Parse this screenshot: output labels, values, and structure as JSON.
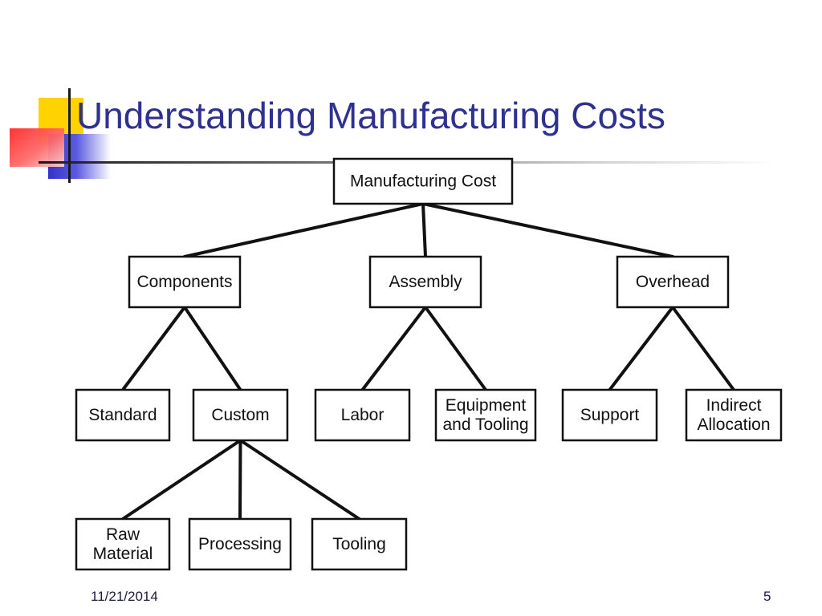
{
  "slide": {
    "title": "Understanding Manufacturing Costs",
    "date": "11/21/2014",
    "page_number": "5"
  },
  "diagram": {
    "nodes": [
      {
        "id": "root",
        "lines": [
          "Manufacturing Cost"
        ]
      },
      {
        "id": "components",
        "lines": [
          "Components"
        ]
      },
      {
        "id": "assembly",
        "lines": [
          "Assembly"
        ]
      },
      {
        "id": "overhead",
        "lines": [
          "Overhead"
        ]
      },
      {
        "id": "standard",
        "lines": [
          "Standard"
        ]
      },
      {
        "id": "custom",
        "lines": [
          "Custom"
        ]
      },
      {
        "id": "labor",
        "lines": [
          "Labor"
        ]
      },
      {
        "id": "equipment",
        "lines": [
          "Equipment",
          "and Tooling"
        ]
      },
      {
        "id": "support",
        "lines": [
          "Support"
        ]
      },
      {
        "id": "indirect",
        "lines": [
          "Indirect",
          "Allocation"
        ]
      },
      {
        "id": "raw",
        "lines": [
          "Raw",
          "Material"
        ]
      },
      {
        "id": "processing",
        "lines": [
          "Processing"
        ]
      },
      {
        "id": "tooling",
        "lines": [
          "Tooling"
        ]
      }
    ],
    "edges": [
      [
        "root",
        "components"
      ],
      [
        "root",
        "assembly"
      ],
      [
        "root",
        "overhead"
      ],
      [
        "components",
        "standard"
      ],
      [
        "components",
        "custom"
      ],
      [
        "assembly",
        "labor"
      ],
      [
        "assembly",
        "equipment"
      ],
      [
        "overhead",
        "support"
      ],
      [
        "overhead",
        "indirect"
      ],
      [
        "custom",
        "raw"
      ],
      [
        "custom",
        "processing"
      ],
      [
        "custom",
        "tooling"
      ]
    ]
  }
}
